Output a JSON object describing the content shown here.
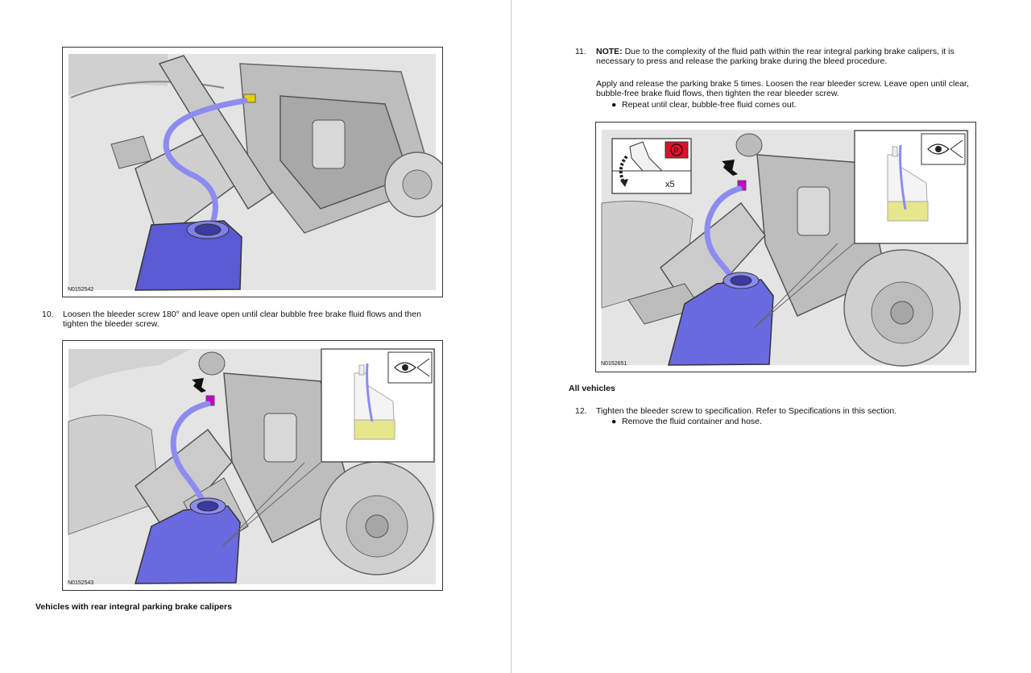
{
  "left_page": {
    "figure1": {
      "id": "N0152542"
    },
    "step10": {
      "number": "10.",
      "text_line1": "Loosen the bleeder screw 180° and leave open until clear bubble free brake fluid flows and then",
      "text_line2": "tighten the bleeder screw."
    },
    "figure2": {
      "id": "N0152543"
    },
    "section_heading": "Vehicles with rear integral parking brake calipers"
  },
  "right_page": {
    "step11": {
      "number": "11.",
      "note_label": "NOTE:",
      "note_line1": " Due to the complexity of the fluid path within the rear integral parking brake calipers, it is",
      "note_line2": "necessary to press and release the parking brake during the bleed procedure.",
      "para_line1": "Apply and release the parking brake 5 times. Loosen the rear bleeder screw. Leave open until clear,",
      "para_line2": "bubble-free brake fluid flows, then tighten the rear bleeder screw.",
      "bullet": "Repeat until clear, bubble-free fluid comes out."
    },
    "figure3": {
      "id": "N0152651",
      "count_label": "x5"
    },
    "section_heading": "All vehicles",
    "step12": {
      "number": "12.",
      "text": "Tighten the bleeder screw to specification. Refer to Specifications in this section.",
      "bullet": "Remove the fluid container and hose."
    }
  },
  "colors": {
    "hose": "#8c8cf0",
    "container": "#5a5ad2",
    "fluid": "#e6e68c",
    "fitting_yellow": "#e6d200",
    "fitting_magenta": "#c800c8",
    "parking_red": "#e0102a",
    "metal": "#c4c4c4"
  }
}
